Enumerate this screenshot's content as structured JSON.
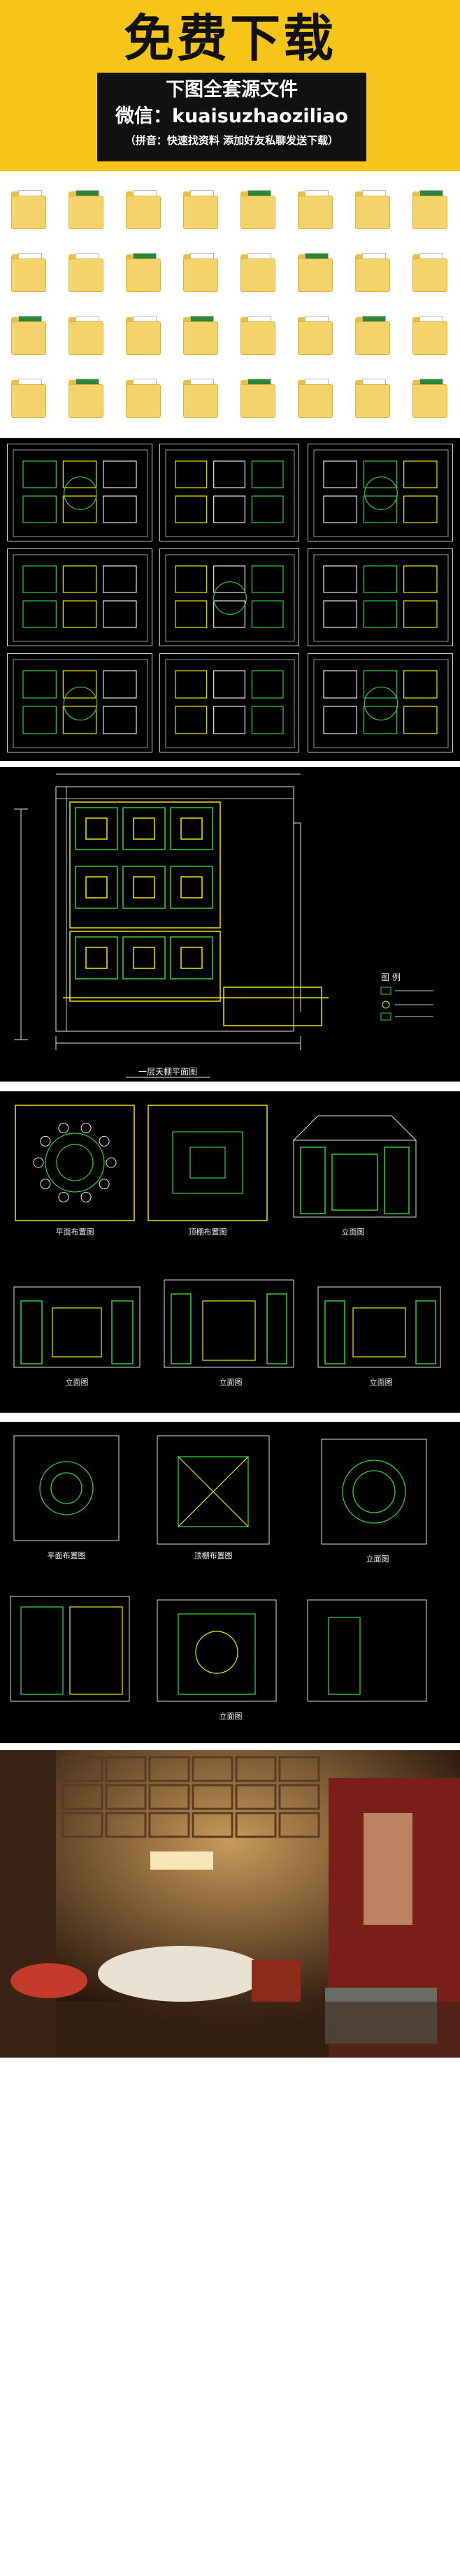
{
  "banner": {
    "headline": "免费下载",
    "line1": "下图全套源文件",
    "line2": "微信：kuaisuzhaoziliao",
    "line3": "（拼音：快速找资料 添加好友私聊发送下载）",
    "bg_color": "#f7c51a"
  },
  "folder_grid": {
    "icon": "folder-icon",
    "rows": 4,
    "cols": 8
  },
  "sheet_titles": {
    "floor_ceiling_plan": "一层天棚平面图",
    "legend": "图 例",
    "plan_a": "平面布置图",
    "ceiling_a": "顶棚布置图",
    "elev_a1": "立面图",
    "elev_a2": "立面图",
    "elev_a3": "立面图",
    "elev_a4": "立面图",
    "plan_b": "平面布置图",
    "ceiling_b": "顶棚布置图",
    "elev_b1": "立面图",
    "elev_b2": "立面图"
  }
}
